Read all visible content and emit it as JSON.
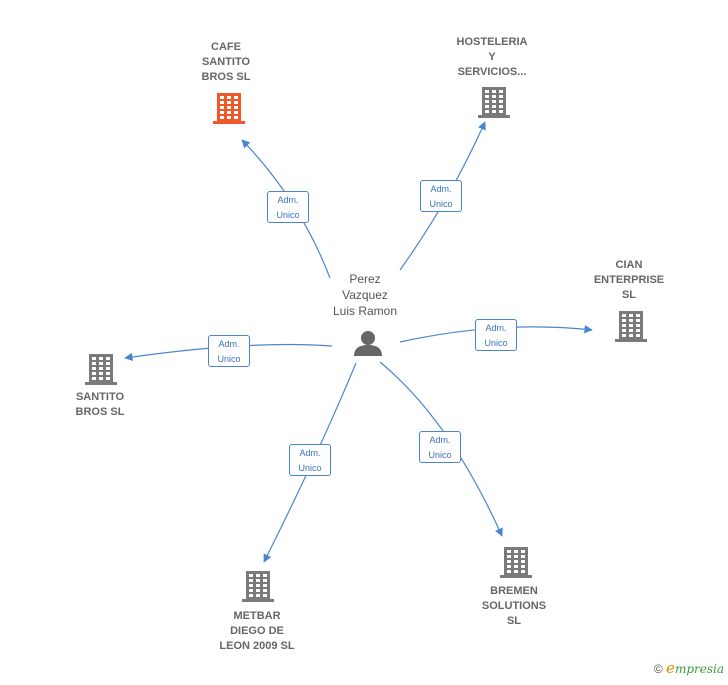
{
  "center": {
    "label": "Perez\nVazquez\nLuis Ramon",
    "icon": "person-icon"
  },
  "nodes": [
    {
      "id": "cafe",
      "label": "CAFE\nSANTITO\nBROS  SL",
      "highlight": true,
      "icon": "building-icon"
    },
    {
      "id": "hosteleria",
      "label": "HOSTELERIA\nY\nSERVICIOS...",
      "highlight": false,
      "icon": "building-icon"
    },
    {
      "id": "cian",
      "label": "CIAN\nENTERPRISE\nSL",
      "highlight": false,
      "icon": "building-icon"
    },
    {
      "id": "santito",
      "label": "SANTITO\nBROS  SL",
      "highlight": false,
      "icon": "building-icon"
    },
    {
      "id": "metbar",
      "label": "METBAR\nDIEGO DE\nLEON 2009 SL",
      "highlight": false,
      "icon": "building-icon"
    },
    {
      "id": "bremen",
      "label": "BREMEN\nSOLUTIONS\nSL",
      "highlight": false,
      "icon": "building-icon"
    }
  ],
  "edges": [
    {
      "to": "cafe",
      "label": "Adm.\nUnico"
    },
    {
      "to": "hosteleria",
      "label": "Adm.\nUnico"
    },
    {
      "to": "cian",
      "label": "Adm.\nUnico"
    },
    {
      "to": "santito",
      "label": "Adm.\nUnico"
    },
    {
      "to": "metbar",
      "label": "Adm.\nUnico"
    },
    {
      "to": "bremen",
      "label": "Adm.\nUnico"
    }
  ],
  "footer": {
    "copyright": "©",
    "brand_initial": "e",
    "brand_rest": "mpresia"
  },
  "colors": {
    "edge": "#4a86d0",
    "building": "#7a7a7a",
    "highlight_building": "#f0582a",
    "person": "#666666"
  }
}
